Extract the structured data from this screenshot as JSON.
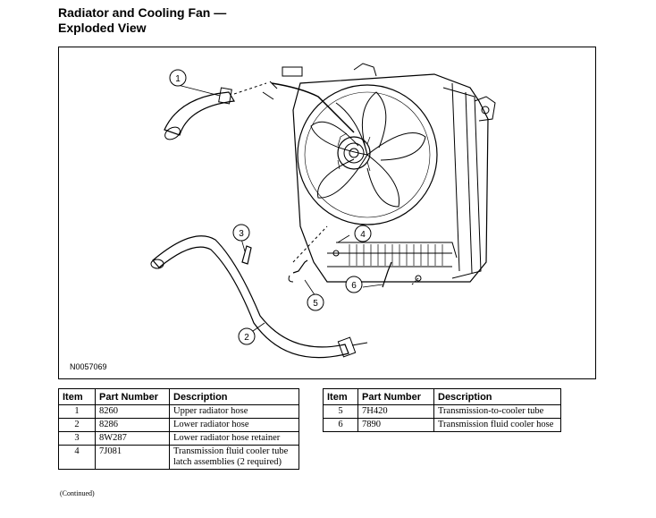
{
  "header": {
    "title_line1": "Radiator and Cooling Fan —",
    "title_line2": "Exploded View"
  },
  "figure": {
    "code": "N0057069",
    "callouts": [
      "1",
      "2",
      "3",
      "4",
      "5",
      "6"
    ]
  },
  "table_headers": {
    "item": "Item",
    "part_number": "Part Number",
    "description": "Description"
  },
  "table_left": [
    {
      "item": "1",
      "part": "8260",
      "desc": "Upper radiator hose"
    },
    {
      "item": "2",
      "part": "8286",
      "desc": "Lower radiator hose"
    },
    {
      "item": "3",
      "part": "8W287",
      "desc": "Lower radiator hose retainer"
    },
    {
      "item": "4",
      "part": "7J081",
      "desc": "Transmission fluid cooler tube latch assemblies (2 required)"
    }
  ],
  "table_right": [
    {
      "item": "5",
      "part": "7H420",
      "desc": "Transmission-to-cooler tube"
    },
    {
      "item": "6",
      "part": "7890",
      "desc": "Transmission fluid cooler hose"
    }
  ],
  "footer": {
    "continued": "(Continued)"
  }
}
